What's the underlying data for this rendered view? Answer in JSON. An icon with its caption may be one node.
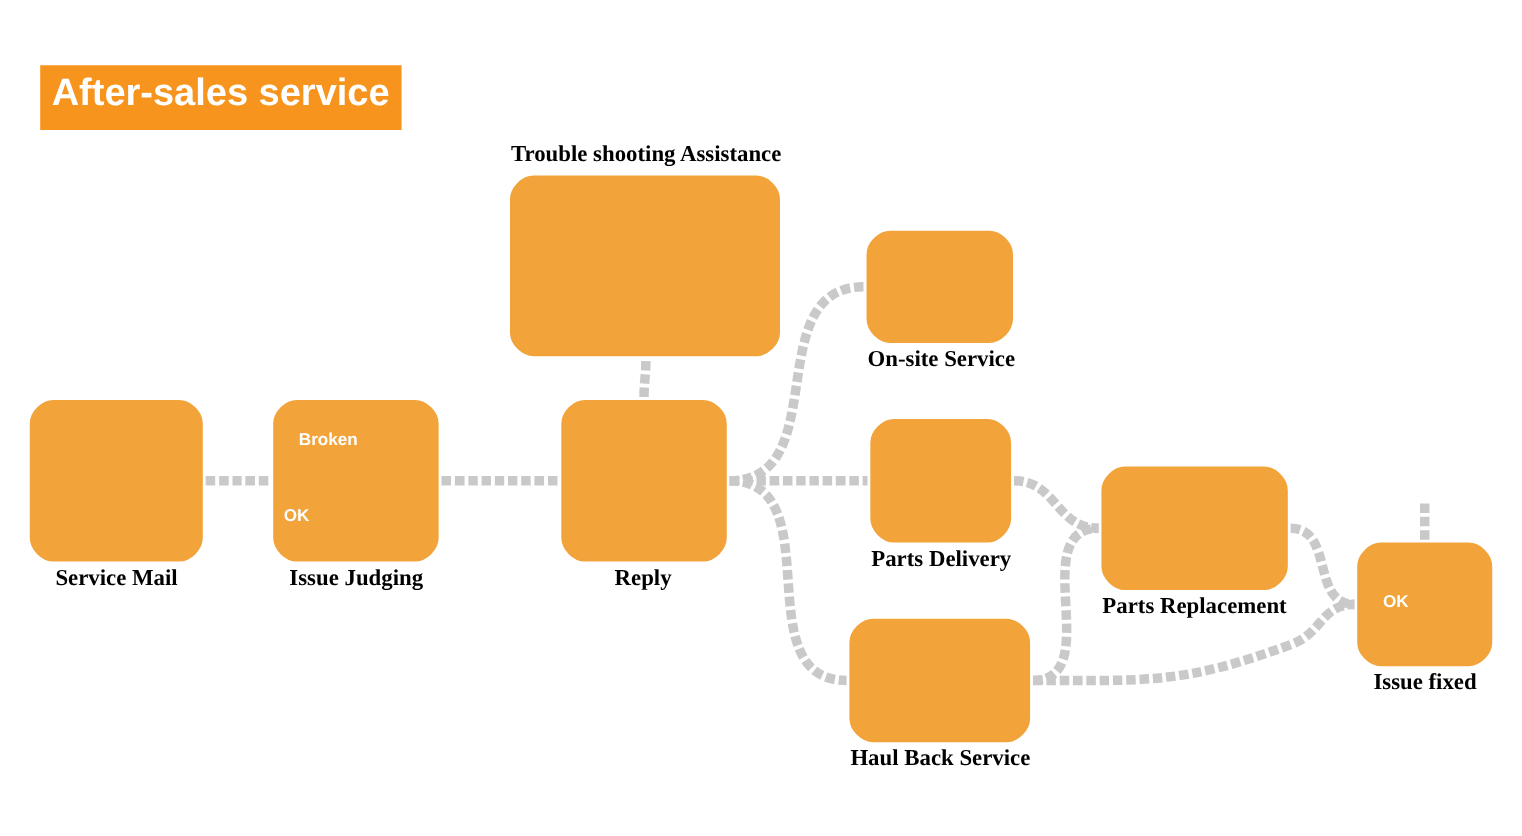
{
  "diagram": {
    "title": "After-sales service",
    "nodes": [
      {
        "text": [
          "Service Mail"
        ]
      },
      {
        "text": [
          "Broken",
          "OK",
          "Issue Judging"
        ]
      },
      {
        "text": [
          "Trouble shooting Assistance"
        ]
      },
      {
        "text": [
          "Reply"
        ]
      },
      {
        "text": [
          "On-site Service"
        ]
      },
      {
        "text": [
          "Parts Delivery"
        ]
      },
      {
        "text": [
          "Haul Back Service"
        ]
      },
      {
        "text": [
          "Parts Replacement"
        ]
      },
      {
        "text": [
          "OK",
          "Issue fixed"
        ]
      }
    ],
    "edges": [
      {
        "from": 0,
        "to": 1,
        "arrow": "none",
        "style": "dashed"
      },
      {
        "from": 1,
        "to": 3,
        "arrow": "none",
        "style": "dashed"
      },
      {
        "from": 2,
        "to": 3,
        "arrow": "none",
        "style": "dashed"
      },
      {
        "from": 3,
        "to": 4,
        "arrow": "none",
        "style": "dashed"
      },
      {
        "from": 3,
        "to": 5,
        "arrow": "none",
        "style": "dashed"
      },
      {
        "from": 3,
        "to": 6,
        "arrow": "none",
        "style": "dashed"
      },
      {
        "from": 5,
        "to": 7,
        "arrow": "none",
        "style": "dashed"
      },
      {
        "from": 6,
        "to": 7,
        "arrow": "none",
        "style": "dashed"
      },
      {
        "from": 7,
        "to": 8,
        "arrow": "none",
        "style": "dashed"
      },
      {
        "from": 6,
        "to": 8,
        "arrow": "none",
        "style": "dashed"
      },
      {
        "from": null,
        "to": 8,
        "arrow": "none",
        "style": "dashed"
      }
    ]
  }
}
